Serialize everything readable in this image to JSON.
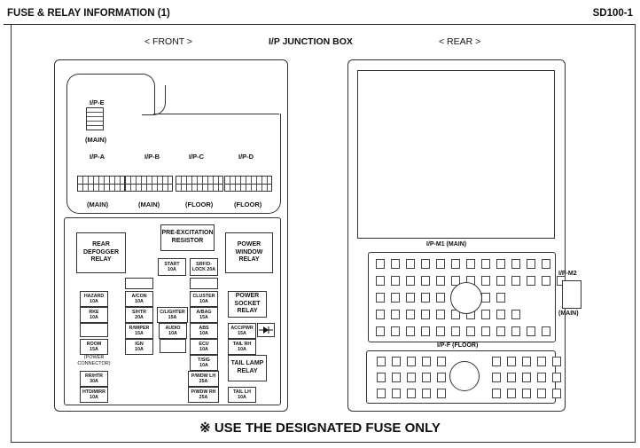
{
  "header": {
    "title": "FUSE & RELAY INFORMATION (1)",
    "code": "SD100-1"
  },
  "labels": {
    "front": "< FRONT >",
    "center": "I/P JUNCTION BOX",
    "rear": "< REAR >"
  },
  "front": {
    "ipe": {
      "name": "I/P-E",
      "sub": "(MAIN)"
    },
    "connectors": [
      {
        "name": "I/P-A",
        "sub": "(MAIN)"
      },
      {
        "name": "I/P-B",
        "sub": "(MAIN)"
      },
      {
        "name": "I/P-C",
        "sub": "(FLOOR)"
      },
      {
        "name": "I/P-D",
        "sub": "(FLOOR)"
      }
    ],
    "relays": {
      "rear_defogger": "REAR DEFOGGER RELAY",
      "pre_excitation": "PRE-EXCITATION RESISTOR",
      "power_window": "POWER WINDOW RELAY",
      "power_socket": "POWER SOCKET RELAY",
      "tail_lamp": "TAIL LAMP RELAY"
    },
    "fuses": {
      "start": [
        "START",
        "10A"
      ],
      "srf_lock": [
        "SRF/D-",
        "LOCK 20A"
      ],
      "hazard": [
        "HAZARD",
        "10A"
      ],
      "acon": [
        "A/CON",
        "10A"
      ],
      "cluster": [
        "CLUSTER",
        "10A"
      ],
      "rke": [
        "RKE",
        "10A"
      ],
      "shtr": [
        "S/HTR",
        "20A"
      ],
      "clighter": [
        "C/LIGHTER",
        "15A"
      ],
      "abag": [
        "A/BAG",
        "15A"
      ],
      "rwiper": [
        "R/WIPER",
        "15A"
      ],
      "audio": [
        "AUDIO",
        "10A"
      ],
      "abs": [
        "ABS",
        "10A"
      ],
      "accpwr": [
        "ACC/PWR",
        "15A"
      ],
      "room": [
        "ROOM",
        "15A"
      ],
      "ign": [
        "IGN",
        "10A"
      ],
      "ecu": [
        "ECU",
        "10A"
      ],
      "tailrh": [
        "TAIL RH",
        "10A"
      ],
      "tsig": [
        "T/SIG",
        "10A"
      ],
      "rrhtr": [
        "RR/HTR",
        "30A"
      ],
      "pwdwlh": [
        "P/WDW LH",
        "25A"
      ],
      "htdmirr": [
        "HTD/MIRR",
        "10A"
      ],
      "pwdwrh": [
        "P/WDW RH",
        "25A"
      ],
      "taillh": [
        "TAIL LH",
        "10A"
      ]
    },
    "power_connector": "(POWER CONNECTOR)"
  },
  "rear": {
    "m1": "I/P-M1  (MAIN)",
    "m2": "I/P-M2",
    "m2_sub": "(MAIN)",
    "f": "I/P-F  (FLOOR)",
    "m1_row1": [
      "",
      "",
      "",
      "",
      "",
      "",
      "",
      "",
      "",
      "",
      "",
      ""
    ],
    "m1_row2": [
      "",
      "",
      "",
      "",
      "",
      "",
      "",
      "",
      "",
      "",
      "",
      "",
      ""
    ],
    "m1_row3": [
      "",
      "",
      "",
      "",
      "",
      "",
      "",
      "",
      ""
    ],
    "m1_row4": [
      "",
      "",
      "",
      "",
      "",
      "",
      "",
      "",
      "",
      ""
    ],
    "m1_row5": [
      "",
      "",
      "",
      "",
      "",
      "",
      "",
      "",
      "",
      "",
      "",
      ""
    ],
    "f_row1": [
      "",
      "",
      "",
      "",
      "",
      "",
      "",
      "",
      "",
      ""
    ],
    "f_row2": [
      "",
      "",
      "",
      "",
      "",
      "",
      "",
      "",
      "",
      ""
    ],
    "f_row3": [
      "",
      "",
      "",
      "",
      "",
      "",
      "",
      "",
      "",
      ""
    ]
  },
  "footer": "※ USE THE DESIGNATED FUSE ONLY"
}
